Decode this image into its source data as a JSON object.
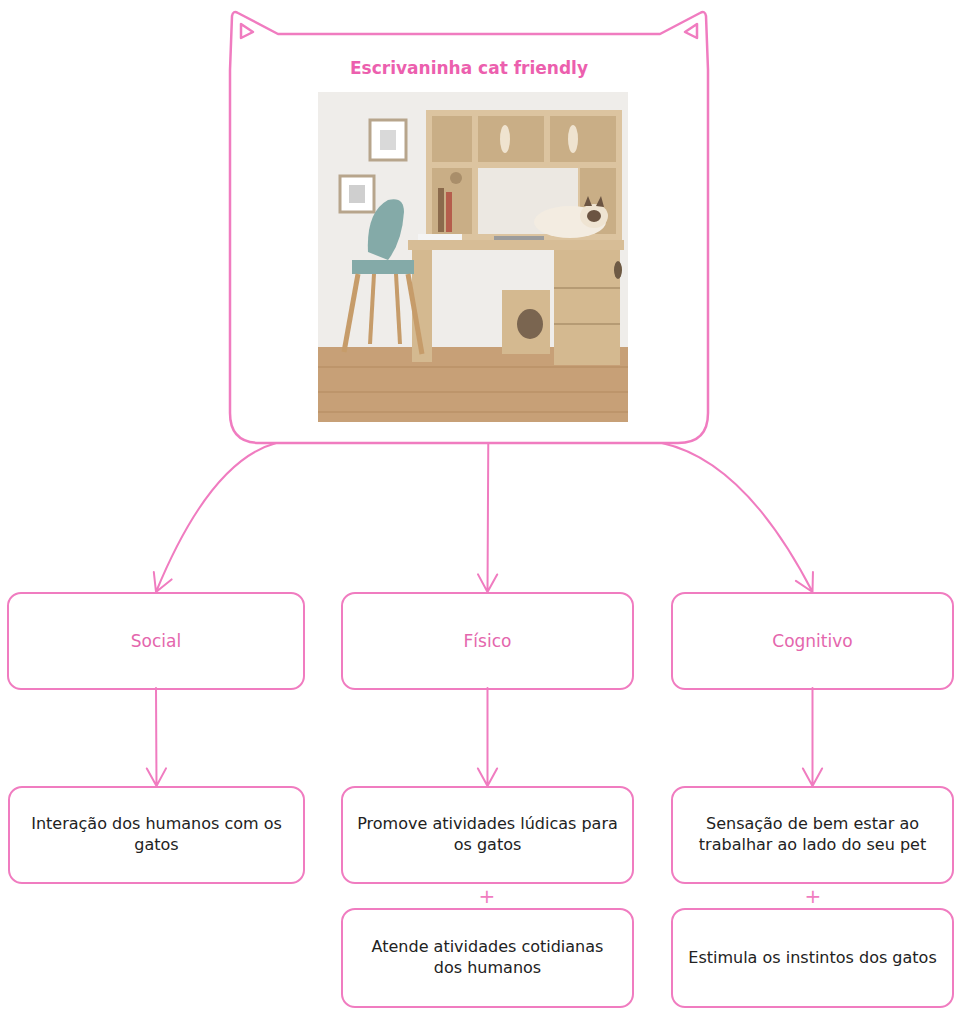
{
  "diagram": {
    "nodes": [
      {
        "text": [
          "Escrivaninha cat friendly"
        ]
      },
      {
        "text": [
          "Social"
        ]
      },
      {
        "text": [
          "Físico"
        ]
      },
      {
        "text": [
          "Cognitivo"
        ]
      },
      {
        "text": [
          "Interação dos humanos com os gatos"
        ]
      },
      {
        "text": [
          "Promove atividades lúdicas para os gatos"
        ]
      },
      {
        "text": [
          "Atende atividades cotidianas dos humanos"
        ]
      },
      {
        "text": [
          "Sensação de bem estar ao trabalhar ao lado do seu pet"
        ]
      },
      {
        "text": [
          "Estimula os instintos dos gatos"
        ]
      }
    ],
    "edges": [
      {
        "from": 0,
        "to": 1,
        "arrow": "to"
      },
      {
        "from": 0,
        "to": 2,
        "arrow": "to"
      },
      {
        "from": 0,
        "to": 3,
        "arrow": "to"
      },
      {
        "from": 1,
        "to": 4,
        "arrow": "to"
      },
      {
        "from": 2,
        "to": 5,
        "arrow": "to"
      },
      {
        "from": 3,
        "to": 7,
        "arrow": "to"
      }
    ],
    "labels": [
      "+",
      "+"
    ]
  }
}
